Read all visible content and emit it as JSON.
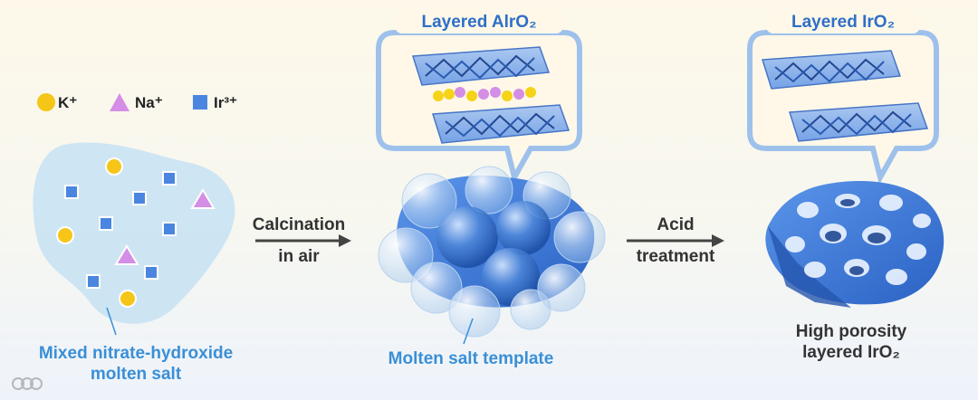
{
  "legend": {
    "k": "K⁺",
    "na": "Na⁺",
    "ir": "Ir³⁺"
  },
  "steps": {
    "calcination_line1": "Calcination",
    "calcination_line2": "in air",
    "acid_line1": "Acid",
    "acid_line2": "treatment"
  },
  "captions": {
    "start_line1": "Mixed nitrate-hydroxide",
    "start_line2": "molten salt",
    "middle": "Molten salt template",
    "end_line1": "High porosity",
    "end_line2": "layered IrO₂"
  },
  "bubbles": {
    "left_title": "Layered AlrO₂",
    "right_title": "Layered IrO₂"
  },
  "colors": {
    "k_ion": "#f5c618",
    "na_ion": "#d48ee6",
    "ir_ion": "#4a86e0",
    "porous": "#3d7de0",
    "accent_text": "#3a8fd6"
  }
}
